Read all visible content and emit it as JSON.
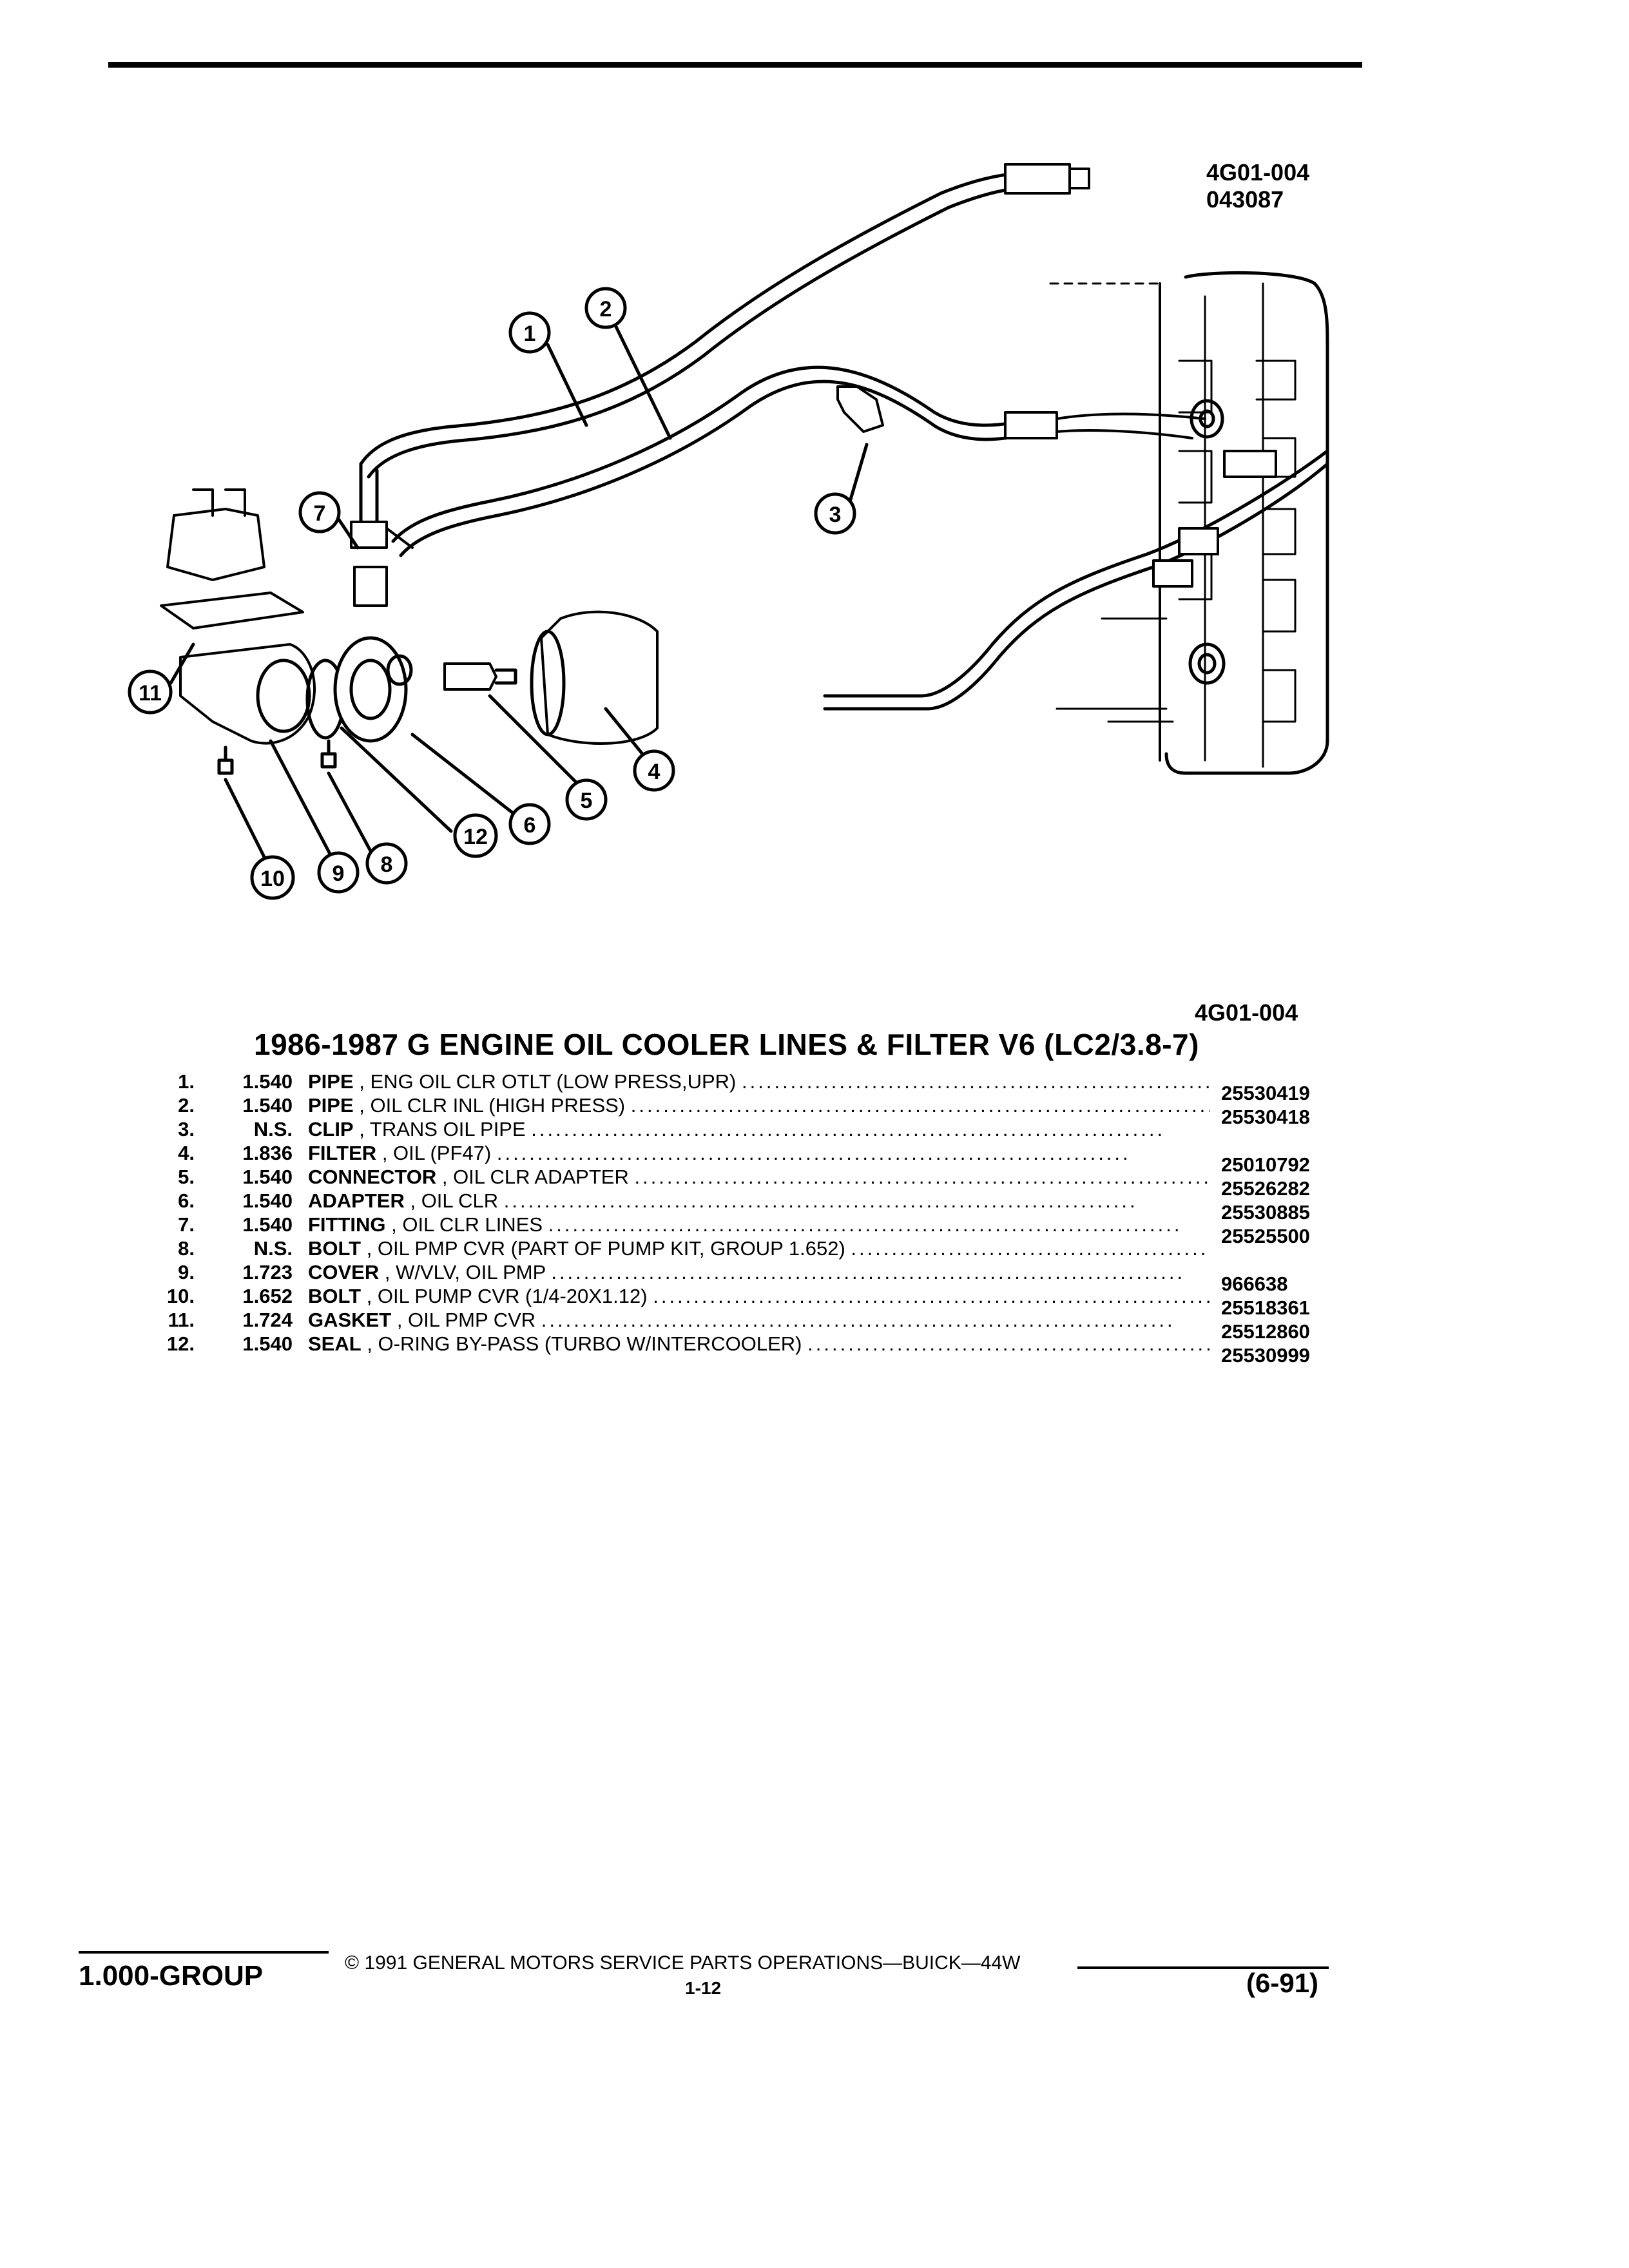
{
  "figure": {
    "id_line1": "4G01-004",
    "id_line2": "043087",
    "id_bottom": "4G01-004",
    "callouts": [
      "1",
      "2",
      "3",
      "4",
      "5",
      "6",
      "7",
      "8",
      "9",
      "10",
      "11",
      "12"
    ]
  },
  "title": "1986-1987 G ENGINE OIL COOLER LINES & FILTER V6 (LC2/3.8-7)",
  "parts": [
    {
      "num": "1.",
      "group": "1.540",
      "name": "PIPE",
      "detail": ", ENG OIL CLR OTLT (LOW PRESS,UPR)",
      "part_no": "25530419"
    },
    {
      "num": "2.",
      "group": "1.540",
      "name": "PIPE",
      "detail": ", OIL CLR INL (HIGH PRESS)",
      "part_no": "25530418"
    },
    {
      "num": "3.",
      "group": "N.S.",
      "name": "CLIP",
      "detail": ", TRANS OIL PIPE",
      "part_no": ""
    },
    {
      "num": "4.",
      "group": "1.836",
      "name": "FILTER",
      "detail": ", OIL (PF47)",
      "part_no": "25010792"
    },
    {
      "num": "5.",
      "group": "1.540",
      "name": "CONNECTOR",
      "detail": ", OIL CLR ADAPTER",
      "part_no": "25526282"
    },
    {
      "num": "6.",
      "group": "1.540",
      "name": "ADAPTER",
      "detail": ", OIL CLR",
      "part_no": "25530885"
    },
    {
      "num": "7.",
      "group": "1.540",
      "name": "FITTING",
      "detail": ", OIL CLR LINES",
      "part_no": "25525500"
    },
    {
      "num": "8.",
      "group": "N.S.",
      "name": "BOLT",
      "detail": ", OIL PMP CVR (PART OF PUMP KIT, GROUP 1.652)",
      "part_no": ""
    },
    {
      "num": "9.",
      "group": "1.723",
      "name": "COVER",
      "detail": ", W/VLV, OIL PMP",
      "part_no": "966638"
    },
    {
      "num": "10.",
      "group": "1.652",
      "name": "BOLT",
      "detail": ", OIL PUMP CVR (1/4-20X1.12)",
      "part_no": "25518361"
    },
    {
      "num": "11.",
      "group": "1.724",
      "name": "GASKET",
      "detail": ", OIL PMP CVR",
      "part_no": "25512860"
    },
    {
      "num": "12.",
      "group": "1.540",
      "name": "SEAL",
      "detail": ", O-RING BY-PASS (TURBO W/INTERCOOLER)",
      "part_no": "25530999"
    }
  ],
  "footer": {
    "group": "1.000-GROUP",
    "copyright": "© 1991 GENERAL MOTORS SERVICE PARTS OPERATIONS—BUICK—44W",
    "page": "1-12",
    "date": "(6-91)"
  }
}
